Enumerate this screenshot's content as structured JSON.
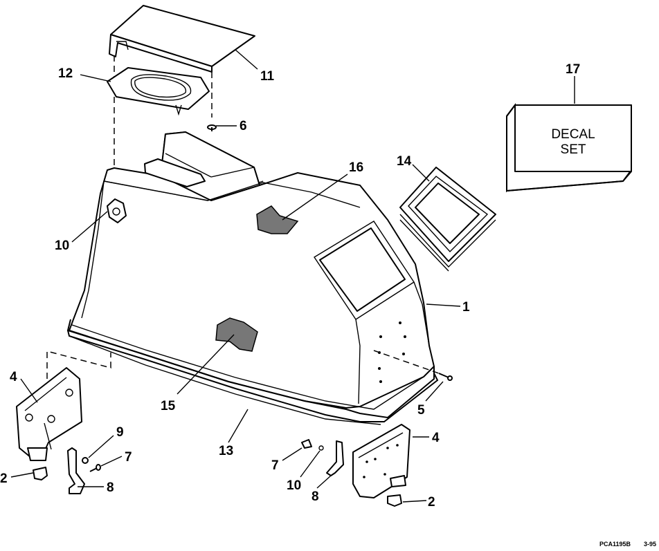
{
  "callouts": {
    "c1": "1",
    "c2a": "2",
    "c2b": "2",
    "c4a": "4",
    "c4b": "4",
    "c5": "5",
    "c6": "6",
    "c7a": "7",
    "c7b": "7",
    "c8a": "8",
    "c8b": "8",
    "c9": "9",
    "c10a": "10",
    "c10b": "10",
    "c11": "11",
    "c12": "12",
    "c13": "13",
    "c14": "14",
    "c15": "15",
    "c16": "16",
    "c17": "17"
  },
  "decal_box": {
    "line1": "DECAL",
    "line2": "SET"
  },
  "footer": {
    "drawing_code": "PCA1195B",
    "date": "3-95"
  }
}
